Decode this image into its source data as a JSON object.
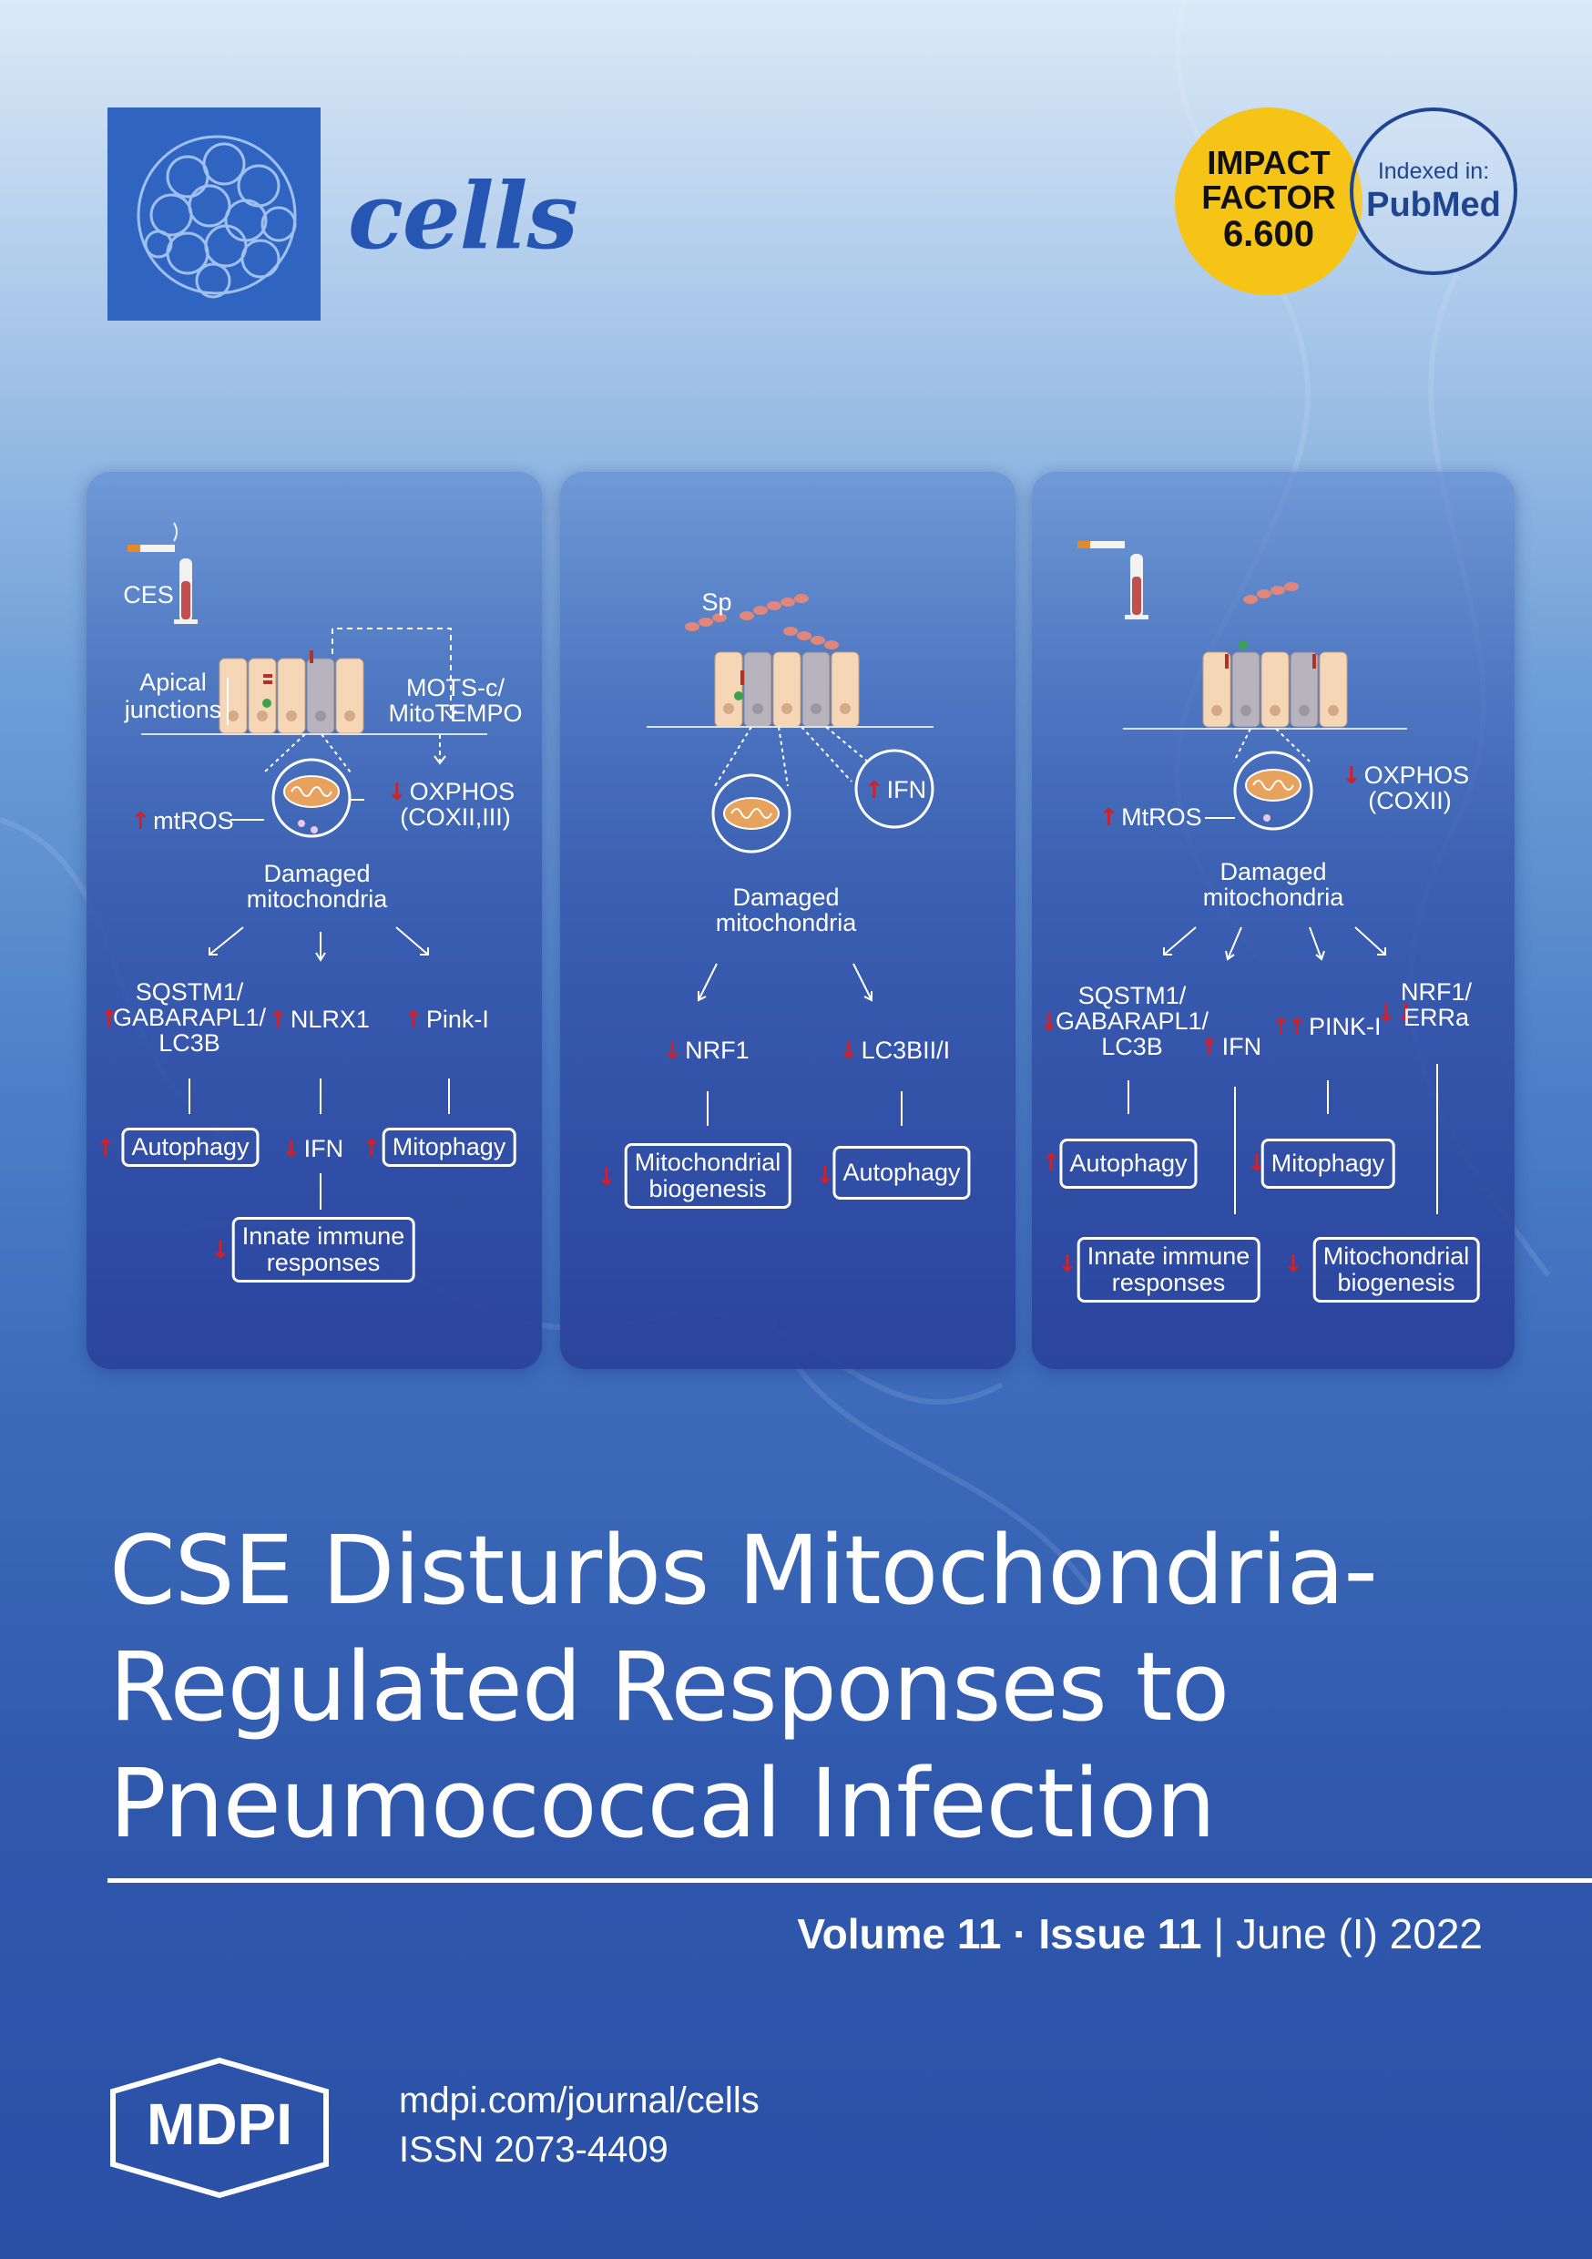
{
  "journal": {
    "name": "cells"
  },
  "impact_factor": {
    "line1": "IMPACT",
    "line2": "FACTOR",
    "value": "6.600"
  },
  "indexed": {
    "line1": "Indexed in:",
    "line2": "PubMed"
  },
  "panel1": {
    "ces": "CES",
    "apical": "Apical junctions",
    "mots": "MOTS-c/",
    "mitotempo": "MitoTEMPO",
    "mtros": "mtROS",
    "oxphos": "OXPHOS",
    "oxphos_sub": "(COXII,III)",
    "damaged1": "Damaged",
    "damaged2": "mitochondria",
    "sqstm1": "SQSTM1/",
    "sqstm2": "GABARAPL1/",
    "sqstm3": "LC3B",
    "nlrx1": "NLRX1",
    "pink": "Pink-I",
    "autophagy": "Autophagy",
    "ifn": "IFN",
    "mitophagy": "Mitophagy",
    "innate1": "Innate immune",
    "innate2": "responses"
  },
  "panel2": {
    "sp": "Sp",
    "ifn": "IFN",
    "damaged1": "Damaged",
    "damaged2": "mitochondria",
    "nrf1": "NRF1",
    "lc3": "LC3BII/I",
    "mito1": "Mitochondrial",
    "mito2": "biogenesis",
    "autophagy": "Autophagy"
  },
  "panel3": {
    "oxphos": "OXPHOS",
    "oxphos_sub": "(COXII)",
    "mtros": "MtROS",
    "damaged1": "Damaged",
    "damaged2": "mitochondria",
    "sqstm1": "SQSTM1/",
    "sqstm2": "GABARAPL1/",
    "sqstm3": "LC3B",
    "ifn": "IFN",
    "pink": "PINK-I",
    "nrf1": "NRF1/",
    "erra": "ERRa",
    "autophagy": "Autophagy",
    "mitophagy": "Mitophagy",
    "innate1": "Innate immune",
    "innate2": "responses",
    "mito1": "Mitochondrial",
    "mito2": "biogenesis"
  },
  "title": {
    "line1": "CSE Disturbs Mitochondria-",
    "line2": "Regulated Responses to",
    "line3": "Pneumococcal Infection"
  },
  "issue": {
    "volume": "Volume 11",
    "sep": " · ",
    "issue": "Issue 11",
    "bar": " | ",
    "date": "June (I) 2022"
  },
  "publisher": {
    "logo": "MDPI"
  },
  "footer": {
    "url": "mdpi.com/journal/cells",
    "issn": "ISSN 2073-4409"
  },
  "colors": {
    "accent": "#2f64c1",
    "badge": "#f6c417",
    "arrow": "#d0202a",
    "pubmed": "#1f4591"
  }
}
